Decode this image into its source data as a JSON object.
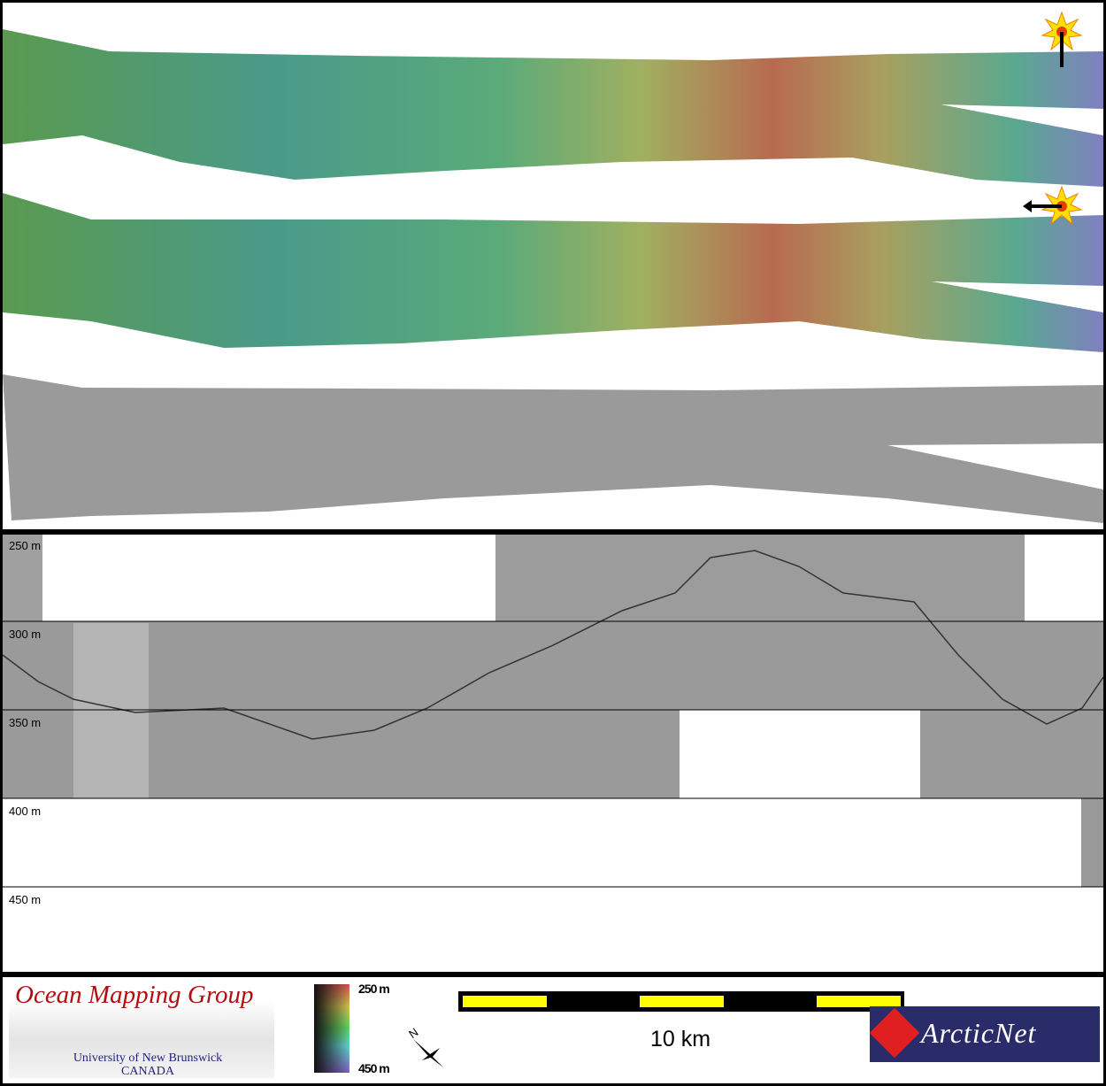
{
  "profile": {
    "depth_labels": [
      "250 m",
      "300 m",
      "350 m",
      "400 m",
      "450 m"
    ]
  },
  "footer": {
    "logo_title": "Ocean Mapping Group",
    "logo_line1": "University of New Brunswick",
    "logo_line2": "CANADA",
    "colorbar_top": "250 m",
    "colorbar_bottom": "450 m",
    "compass_label": "N",
    "scale_label": "10 km",
    "partner_logo": "ArcticNet"
  },
  "colors": {
    "shallow": "#c85a50",
    "mid": "#78c8a0",
    "deep": "#3a6a50",
    "scale_yellow": "#ffff00"
  }
}
